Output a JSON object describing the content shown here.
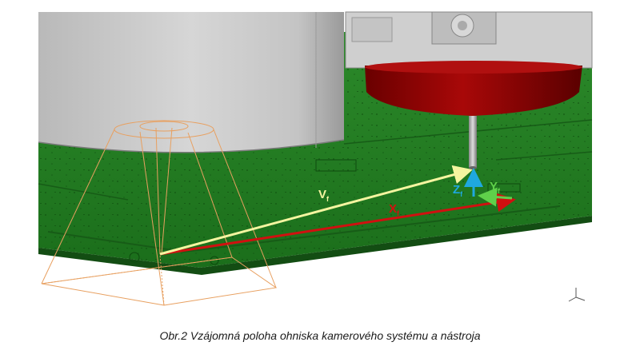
{
  "figure": {
    "caption": "Obr.2 Vzájomná poloha ohniska kamerového systému a nástroja",
    "labels": {
      "v": "V",
      "v_sub": "f",
      "x": "X",
      "x_sub": "f",
      "y": "Y",
      "y_sub": "f",
      "z": "Z",
      "z_sub": "f"
    },
    "colors": {
      "board": "#1f7a1f",
      "camera_body": "#c8c8c8",
      "spindle_cup": "#8b0000",
      "v_vector": "#f5f5a0",
      "x_vector": "#d01010",
      "y_vector": "#5fd04a",
      "z_vector": "#1fa8e0",
      "camera_cone": "#e8a060"
    },
    "icons": [
      "triad-icon"
    ]
  }
}
